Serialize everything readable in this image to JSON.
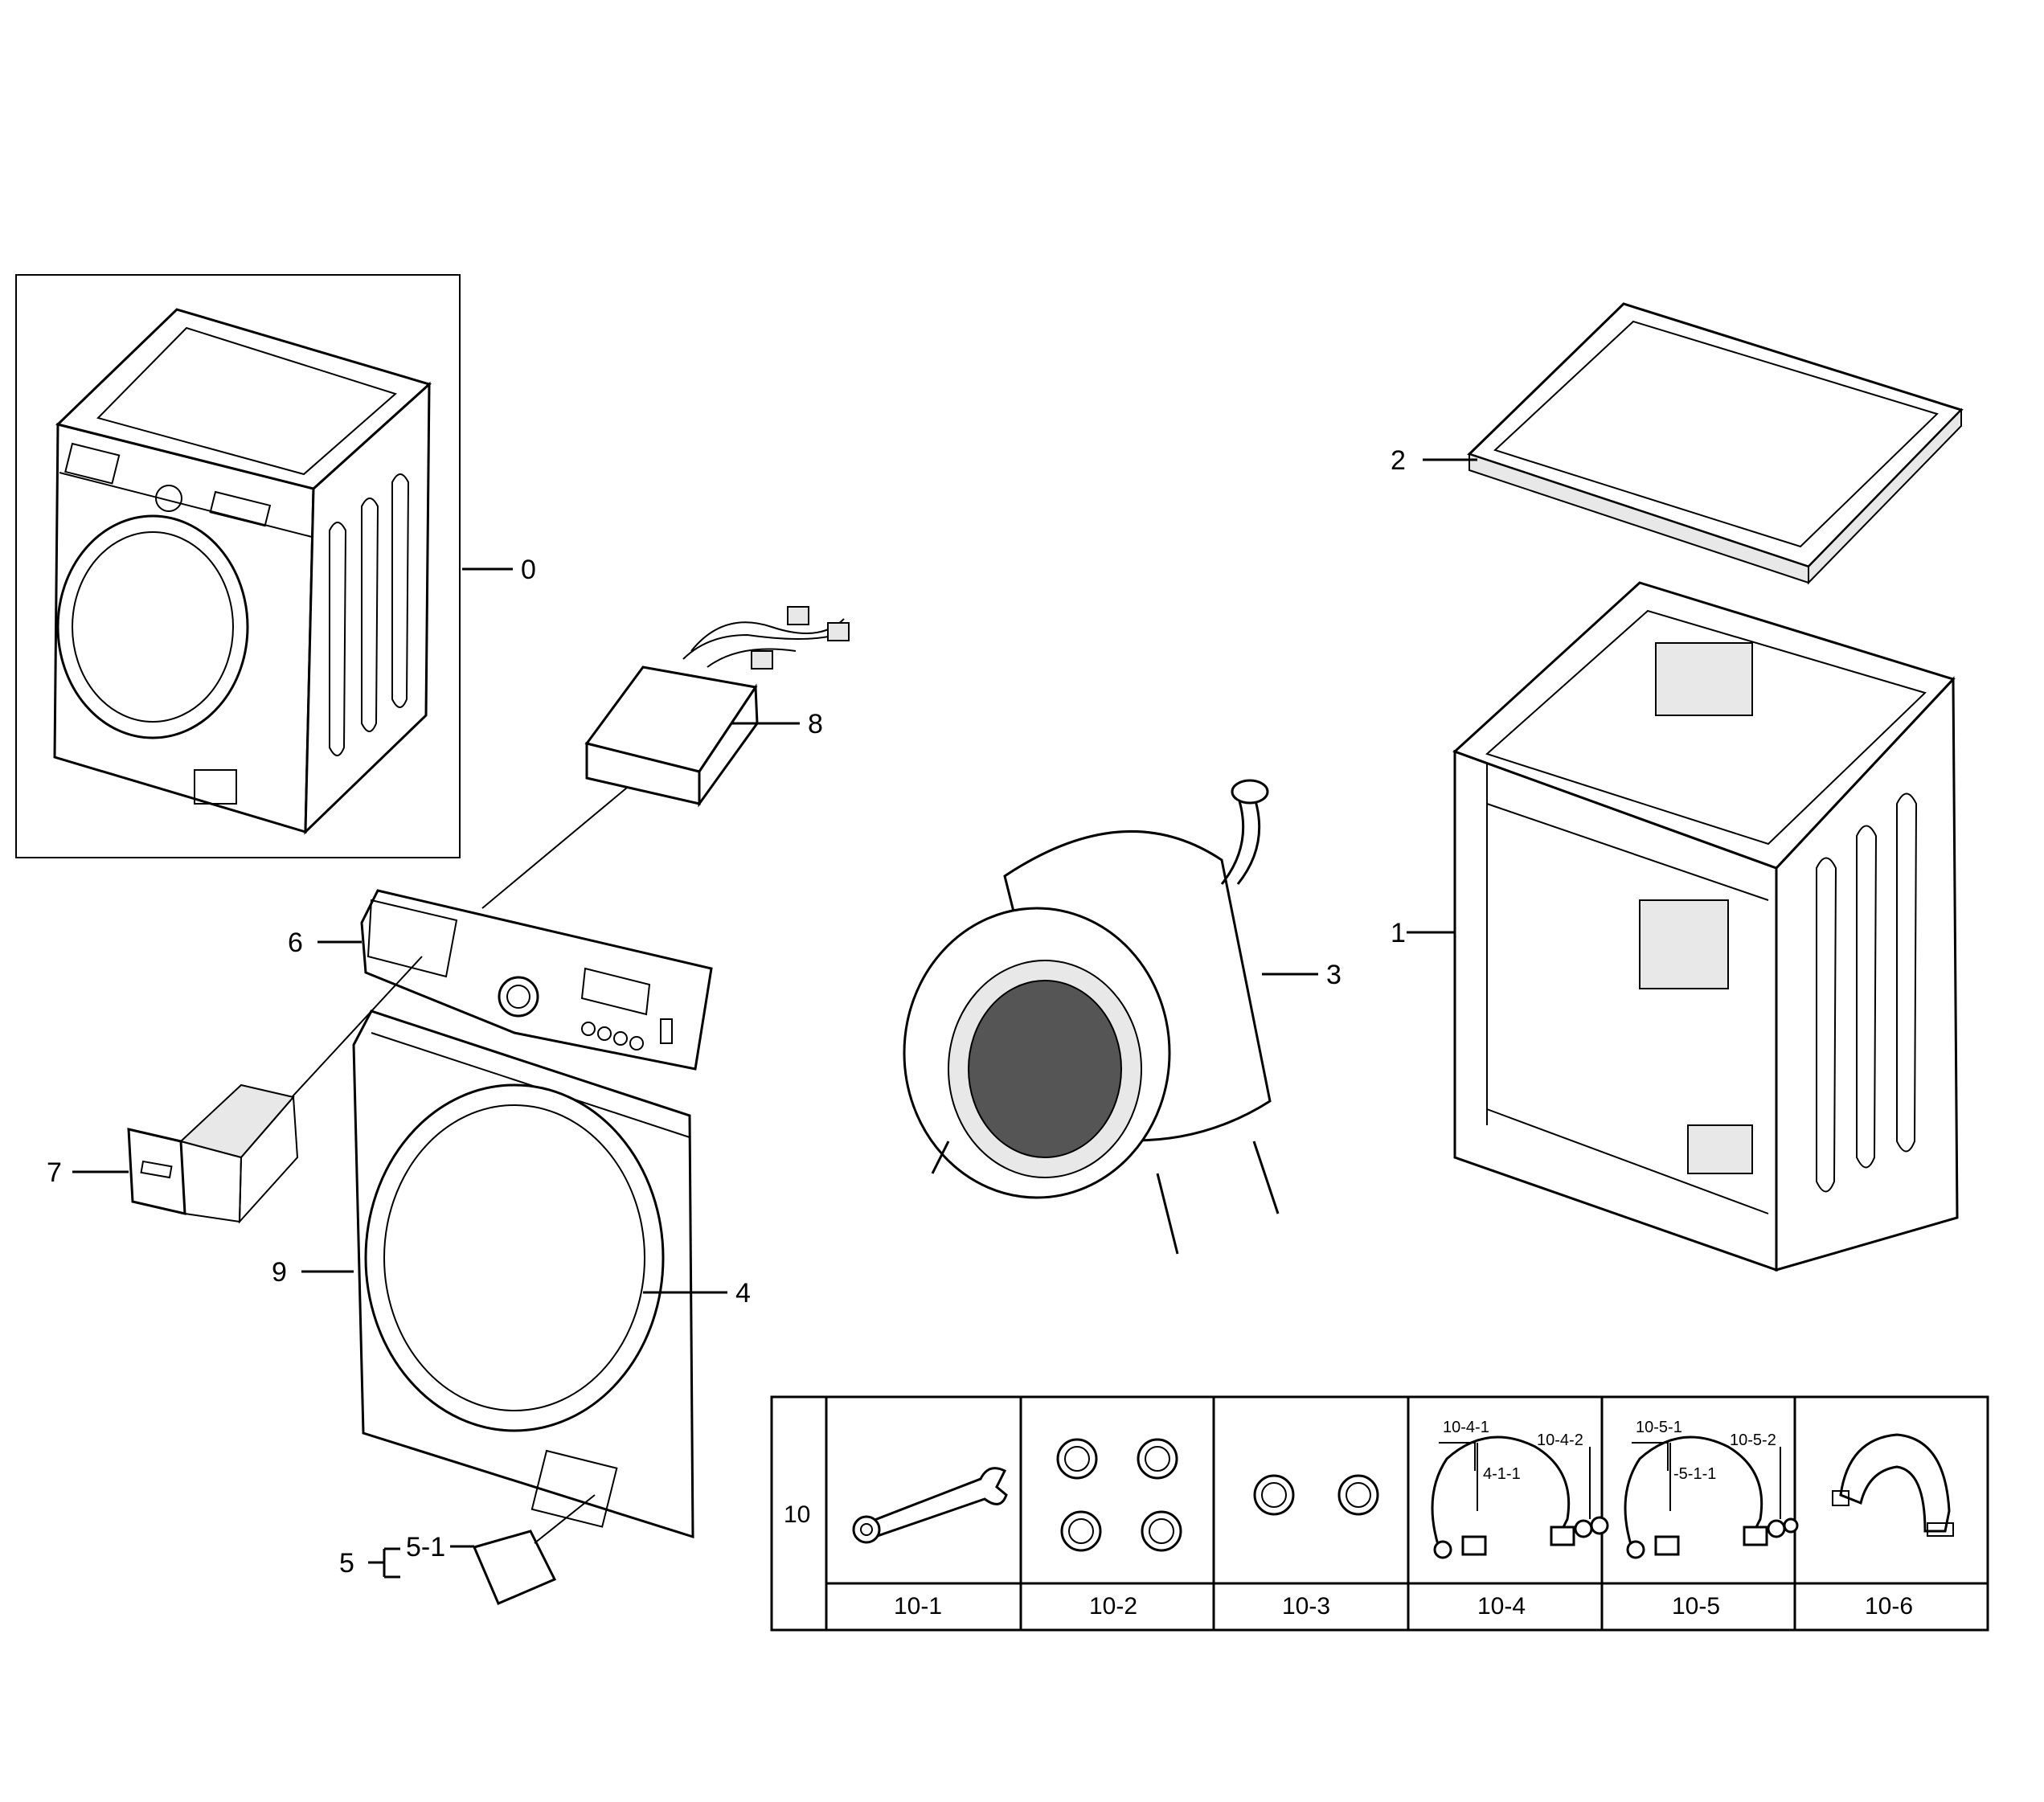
{
  "callouts": {
    "assembly": "0",
    "cabinet": "1",
    "top_cover": "2",
    "tub_assembly": "3",
    "door": "4",
    "filter_cover_group": "5",
    "filter_cover": "5-1",
    "control_panel": "6",
    "detergent_drawer": "7",
    "pcb_harness": "8",
    "front_panel": "9"
  },
  "accessory_table": {
    "row_label": "10",
    "cells": [
      {
        "code": "10-1",
        "item": "spanner"
      },
      {
        "code": "10-2",
        "item": "caps-4"
      },
      {
        "code": "10-3",
        "item": "caps-2"
      },
      {
        "code": "10-4",
        "item": "hose",
        "sub": [
          "10-4-1",
          "10-4-2",
          "4-1-1"
        ]
      },
      {
        "code": "10-5",
        "item": "hose",
        "sub": [
          "10-5-1",
          "10-5-2",
          "-5-1-1"
        ]
      },
      {
        "code": "10-6",
        "item": "hose-guide"
      }
    ]
  }
}
